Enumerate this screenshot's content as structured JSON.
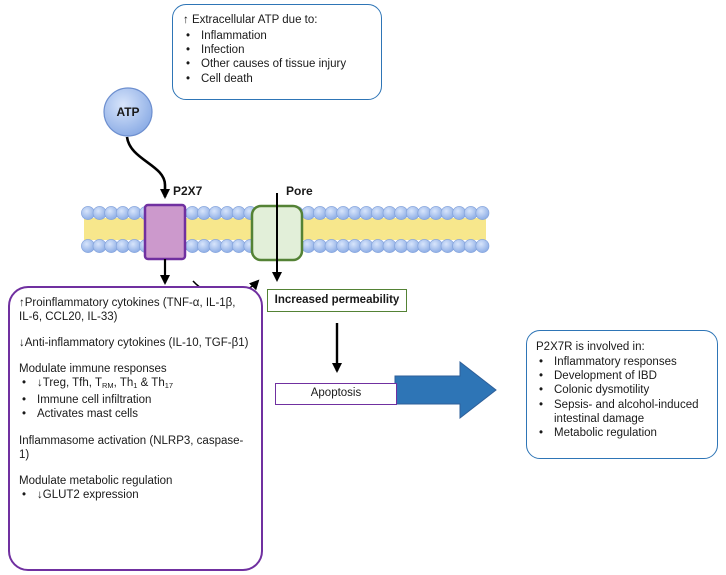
{
  "atp_causes": {
    "heading": "↑ Extracellular ATP due to:",
    "items": [
      "Inflammation",
      "Infection",
      "Other causes of tissue injury",
      "Cell death"
    ]
  },
  "atp_node": {
    "label": "ATP"
  },
  "receptor_label": "P2X7",
  "pore_label": "Pore",
  "permeability_label": "Increased permeability",
  "apoptosis_label": "Apoptosis",
  "effects": {
    "proinflammatory": "↑Proinflammatory cytokines (TNF-α, IL-1β, IL-6, CCL20, IL-33)",
    "anti_inflammatory": "↓Anti-inflammatory cytokines (IL-10, TGF-β1)",
    "immune_heading": "Modulate immune responses",
    "immune_items": {
      "cells_prefix": "↓Treg, Tfh, T",
      "cells_sub1": "RM",
      "cells_mid1": ", Th",
      "cells_sub2": "1",
      "cells_mid2": " & Th",
      "cells_sub3": "17",
      "infiltration": "Immune cell infiltration",
      "mast": "Activates mast cells"
    },
    "inflammasome": "Inflammasome activation (NLRP3, caspase-1)",
    "metabolic_heading": "Modulate metabolic regulation",
    "metabolic_items": [
      "↓GLUT2 expression"
    ]
  },
  "involvement": {
    "heading": "P2X7R is involved in:",
    "items": [
      "Inflammatory responses",
      "Development of IBD",
      "Colonic dysmotility",
      "Sepsis- and alcohol-induced intestinal damage",
      "Metabolic regulation"
    ]
  },
  "colors": {
    "membrane_fill": "#f7e78c",
    "lipid_head": "#a9c4f5",
    "receptor": "#cc99cc",
    "pore": "#e2efd9",
    "arrow_blue": "#2e75b6",
    "box_blue": "#2e75b6",
    "box_purple": "#7030a0",
    "box_green": "#548235"
  }
}
